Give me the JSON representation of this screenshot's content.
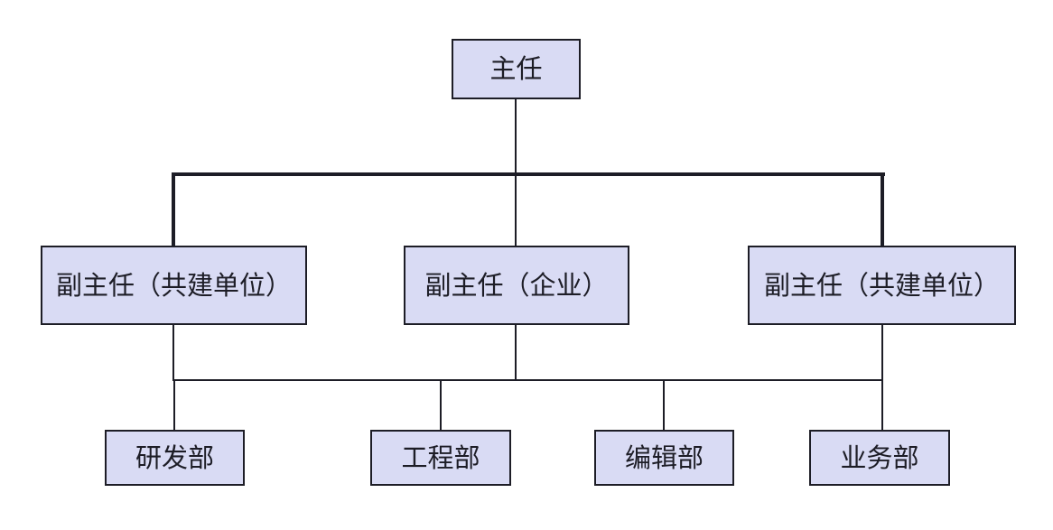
{
  "org_chart": {
    "type": "organization-chart",
    "nodes": {
      "director": {
        "label": "主任",
        "level": 1
      },
      "deputy_left": {
        "label": "副主任（共建单位）",
        "level": 2
      },
      "deputy_middle": {
        "label": "副主任（企业）",
        "level": 2
      },
      "deputy_right": {
        "label": "副主任（共建单位）",
        "level": 2
      },
      "dept_rd": {
        "label": "研发部",
        "level": 3
      },
      "dept_eng": {
        "label": "工程部",
        "level": 3
      },
      "dept_edit": {
        "label": "编辑部",
        "level": 3
      },
      "dept_biz": {
        "label": "业务部",
        "level": 3
      }
    },
    "edges": [
      {
        "from": "director",
        "to": "deputy_left"
      },
      {
        "from": "director",
        "to": "deputy_middle"
      },
      {
        "from": "director",
        "to": "deputy_right"
      },
      {
        "from": "deputies",
        "to": "dept_rd"
      },
      {
        "from": "deputies",
        "to": "dept_eng"
      },
      {
        "from": "deputies",
        "to": "dept_edit"
      },
      {
        "from": "deputies",
        "to": "dept_biz"
      }
    ],
    "colors": {
      "node_fill": "#d9dbf4",
      "node_border": "#1d1d26",
      "line": "#1d1d26",
      "text": "#1d1d26",
      "background": "#ffffff"
    }
  }
}
